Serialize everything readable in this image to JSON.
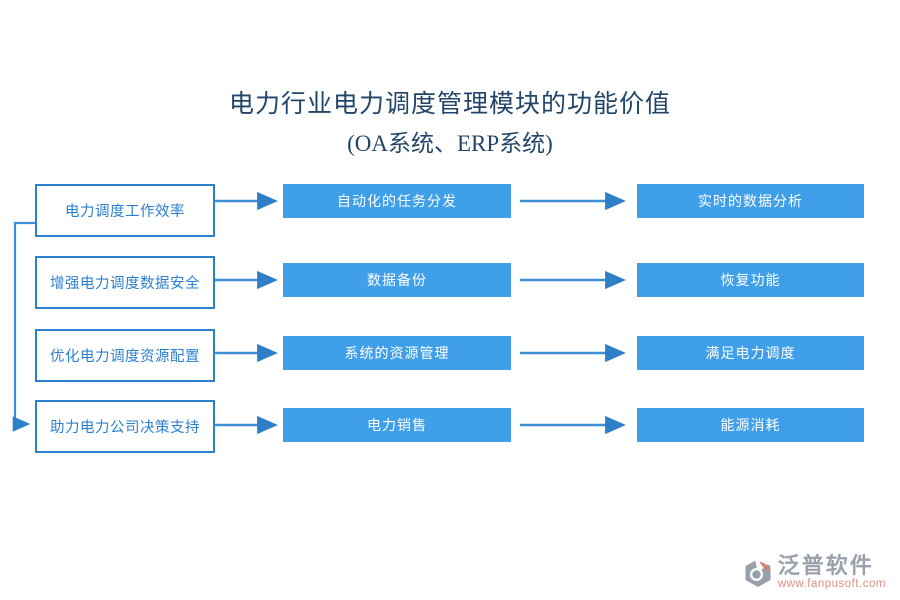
{
  "title": {
    "line1": "电力行业电力调度管理模块的功能价值",
    "line2": "(OA系统、ERP系统)"
  },
  "rows": [
    {
      "left": "电力调度工作效率",
      "middle": "自动化的任务分发",
      "right": "实时的数据分析"
    },
    {
      "left": "增强电力调度数据安全",
      "middle": "数据备份",
      "right": "恢复功能"
    },
    {
      "left": "优化电力调度资源配置",
      "middle": "系统的资源管理",
      "right": "满足电力调度"
    },
    {
      "left": "助力电力公司决策支持",
      "middle": "电力销售",
      "right": "能源消耗"
    }
  ],
  "footer": {
    "logo_text": "泛普软件",
    "website": "www.fanpusoft.com"
  },
  "colors": {
    "box_fill": "#3f9fe8",
    "box_border": "#2b80d0",
    "arrow": "#3e8ed8",
    "title_text": "#214669",
    "logo_gray": "#9aa1ab",
    "logo_salmon": "#dc9185"
  }
}
